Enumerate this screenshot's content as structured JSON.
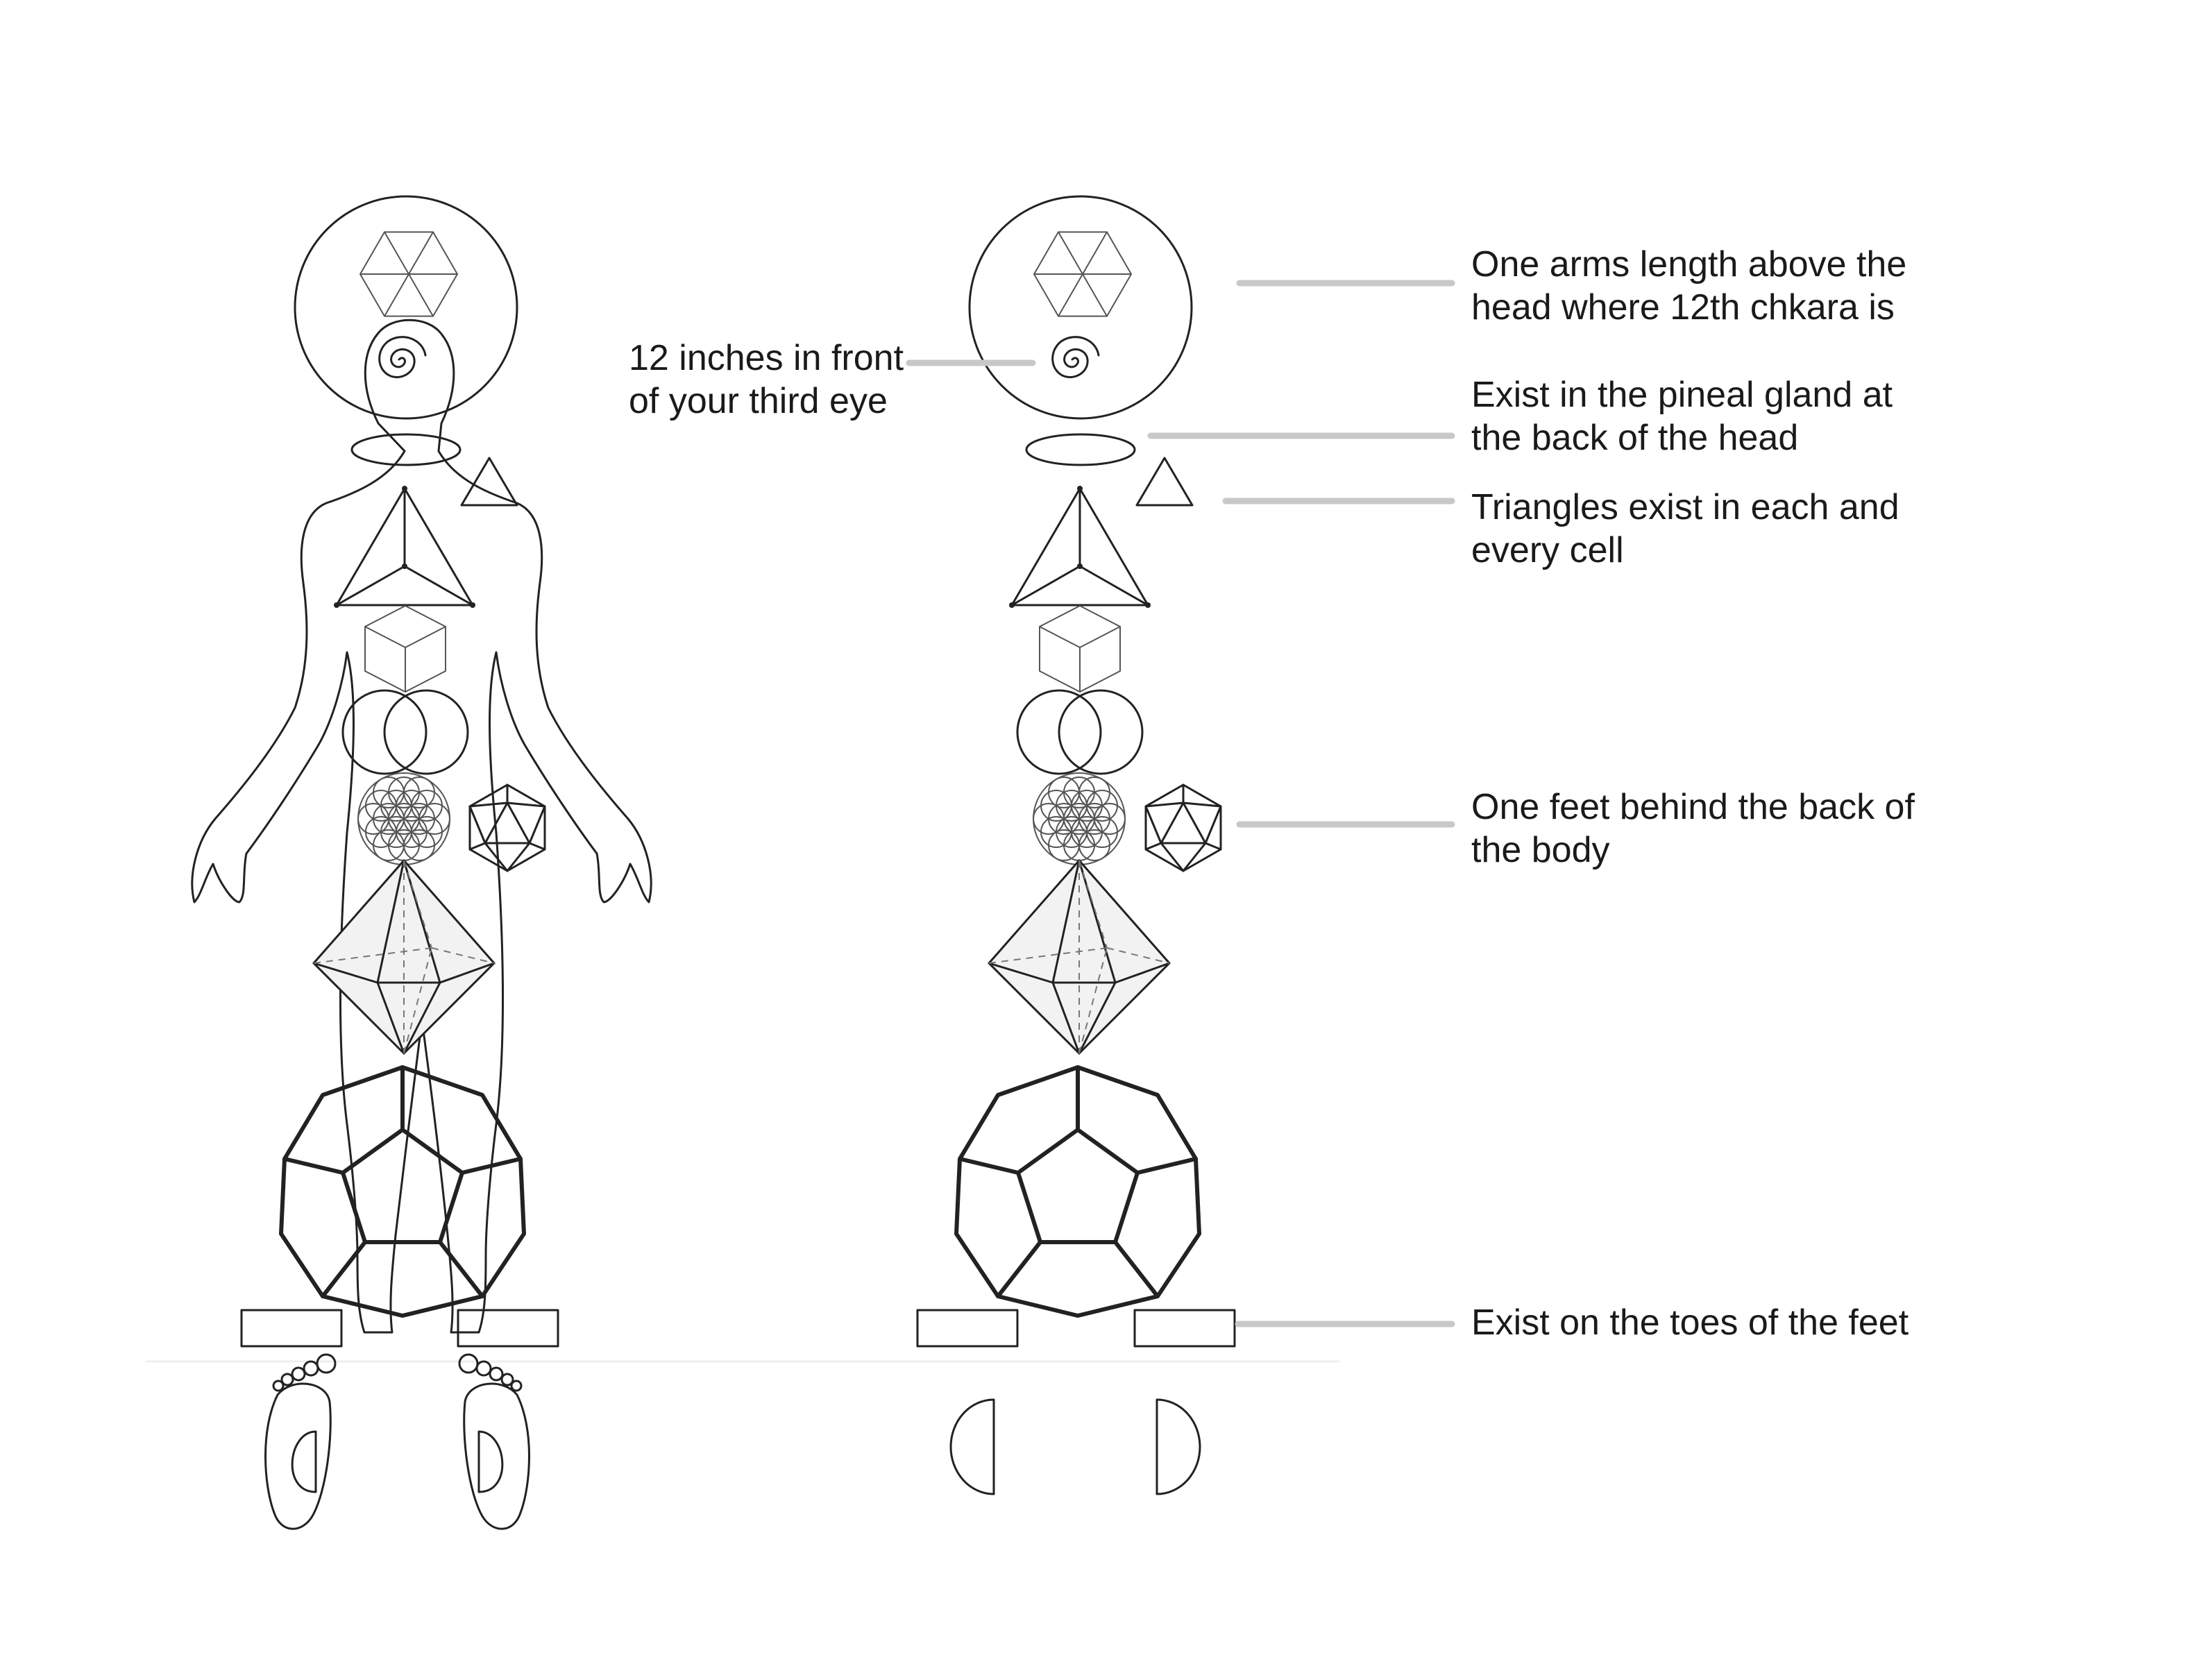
{
  "labels": {
    "third_eye": [
      "12 inches in front",
      "of your third eye"
    ],
    "above_head": [
      "One arms length above the",
      "head where 12th chkara is"
    ],
    "pineal": [
      "Exist in the pineal gland at",
      "the back of the head"
    ],
    "triangles": [
      "Triangles exist in each and",
      "every cell"
    ],
    "behind_body": [
      "One feet behind the back of",
      "the body"
    ],
    "toes": [
      "Exist on the toes of the feet"
    ]
  },
  "colors": {
    "line": "#222222",
    "leader": "#c8c8c8",
    "text": "#1a1a1a"
  }
}
